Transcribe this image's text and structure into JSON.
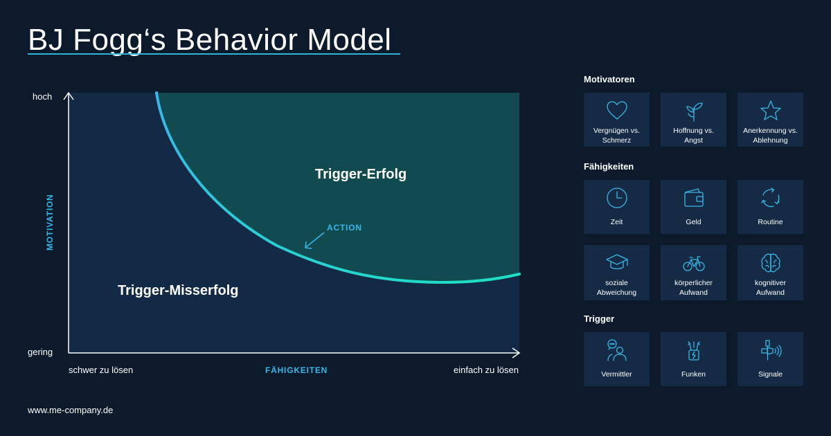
{
  "title": "BJ Fogg‘s Behavior Model",
  "footer": "www.me-company.de",
  "diagram": {
    "y_axis": {
      "title": "MOTIVATION",
      "high": "hoch",
      "low": "gering"
    },
    "x_axis": {
      "title": "FÄHIGKEITEN",
      "left": "schwer zu lösen",
      "right": "einfach zu lösen"
    },
    "regions": {
      "success": "Trigger-Erfolg",
      "failure": "Trigger-Misserfolg"
    },
    "curve_label": "ACTION"
  },
  "colors": {
    "background": "#0c1a2c",
    "plot_area": "#122a45",
    "success_area": "#114a4f",
    "accent": "#39b7e8",
    "curve_end": "#1ee0c4",
    "card": "#142a45",
    "icon_stroke": "#3ab8e6"
  },
  "sections": {
    "motivators": {
      "title": "Motivatoren",
      "items": [
        {
          "icon": "heart-icon",
          "label": "Vergnügen vs.\nSchmerz"
        },
        {
          "icon": "sprout-icon",
          "label": "Hoffnung vs.\nAngst"
        },
        {
          "icon": "star-icon",
          "label": "Anerkennung vs.\nAblehnung"
        }
      ]
    },
    "abilities": {
      "title": "Fähigkeiten",
      "items": [
        {
          "icon": "clock-icon",
          "label": "Zeit"
        },
        {
          "icon": "wallet-icon",
          "label": "Geld"
        },
        {
          "icon": "cycle-icon",
          "label": "Routine"
        },
        {
          "icon": "graduation-cap-icon",
          "label": "soziale\nAbweichung"
        },
        {
          "icon": "bicycle-icon",
          "label": "körperlicher\nAufwand"
        },
        {
          "icon": "brain-icon",
          "label": "kognitiver\nAufwand"
        }
      ]
    },
    "triggers": {
      "title": "Trigger",
      "items": [
        {
          "icon": "person-speech-icon",
          "label": "Vermittler"
        },
        {
          "icon": "spark-icon",
          "label": "Funken"
        },
        {
          "icon": "signal-icon",
          "label": "Signale"
        }
      ]
    }
  }
}
